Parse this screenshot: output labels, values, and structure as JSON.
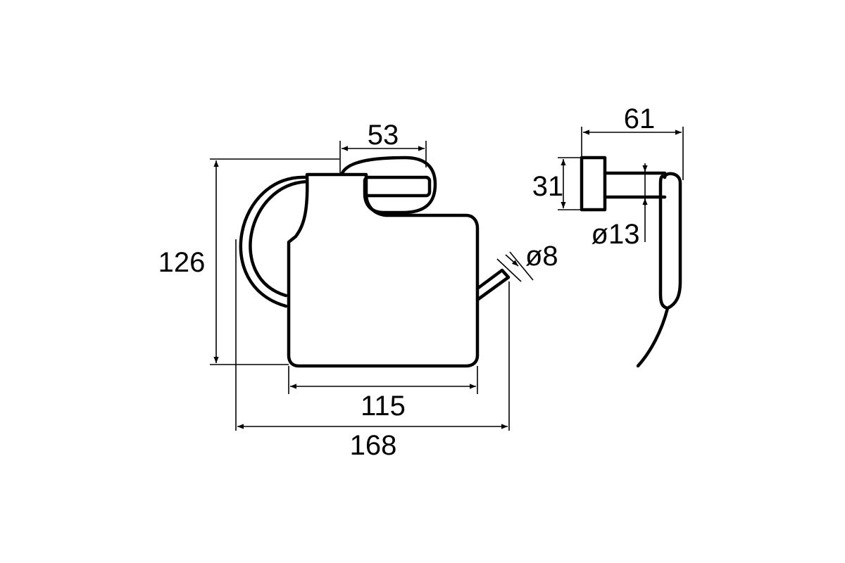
{
  "drawing": {
    "front_view": {
      "dimensions": {
        "width_flange": "53",
        "height_overall": "126",
        "width_cover": "115",
        "width_overall": "168",
        "rod_diameter": "ø8"
      }
    },
    "side_view": {
      "dimensions": {
        "depth_overall": "61",
        "flange_height": "31",
        "post_diameter": "ø13"
      }
    }
  }
}
